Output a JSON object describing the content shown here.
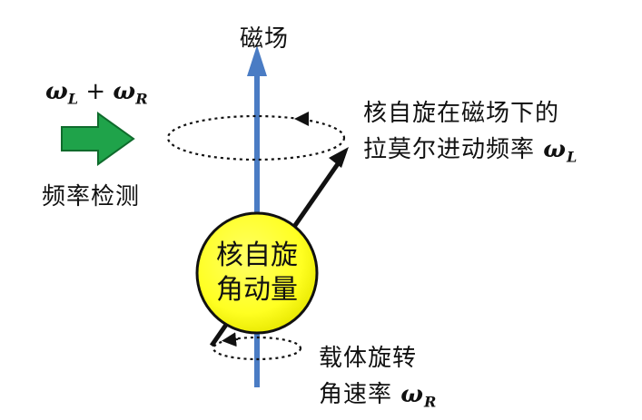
{
  "axis_label": "磁场",
  "detect_formula": {
    "omega": "ω",
    "sub_L": "L",
    "plus": " + ",
    "sub_R": "R"
  },
  "detect_label": "频率检测",
  "precession": {
    "line1": "核自旋在磁场下的",
    "line2": "拉莫尔进动频率 ",
    "omega": "ω",
    "sub": "L"
  },
  "core": {
    "line1": "核自旋",
    "line2": "角动量"
  },
  "carrier": {
    "line1": "载体旋转",
    "line2": "角速率 ",
    "omega": "ω",
    "sub": "R"
  },
  "colors": {
    "axis": "#4a7cc4",
    "arrow_fill": "#1fa34a",
    "arrow_stroke": "#0f6b2c",
    "ball": "#ffff33"
  }
}
